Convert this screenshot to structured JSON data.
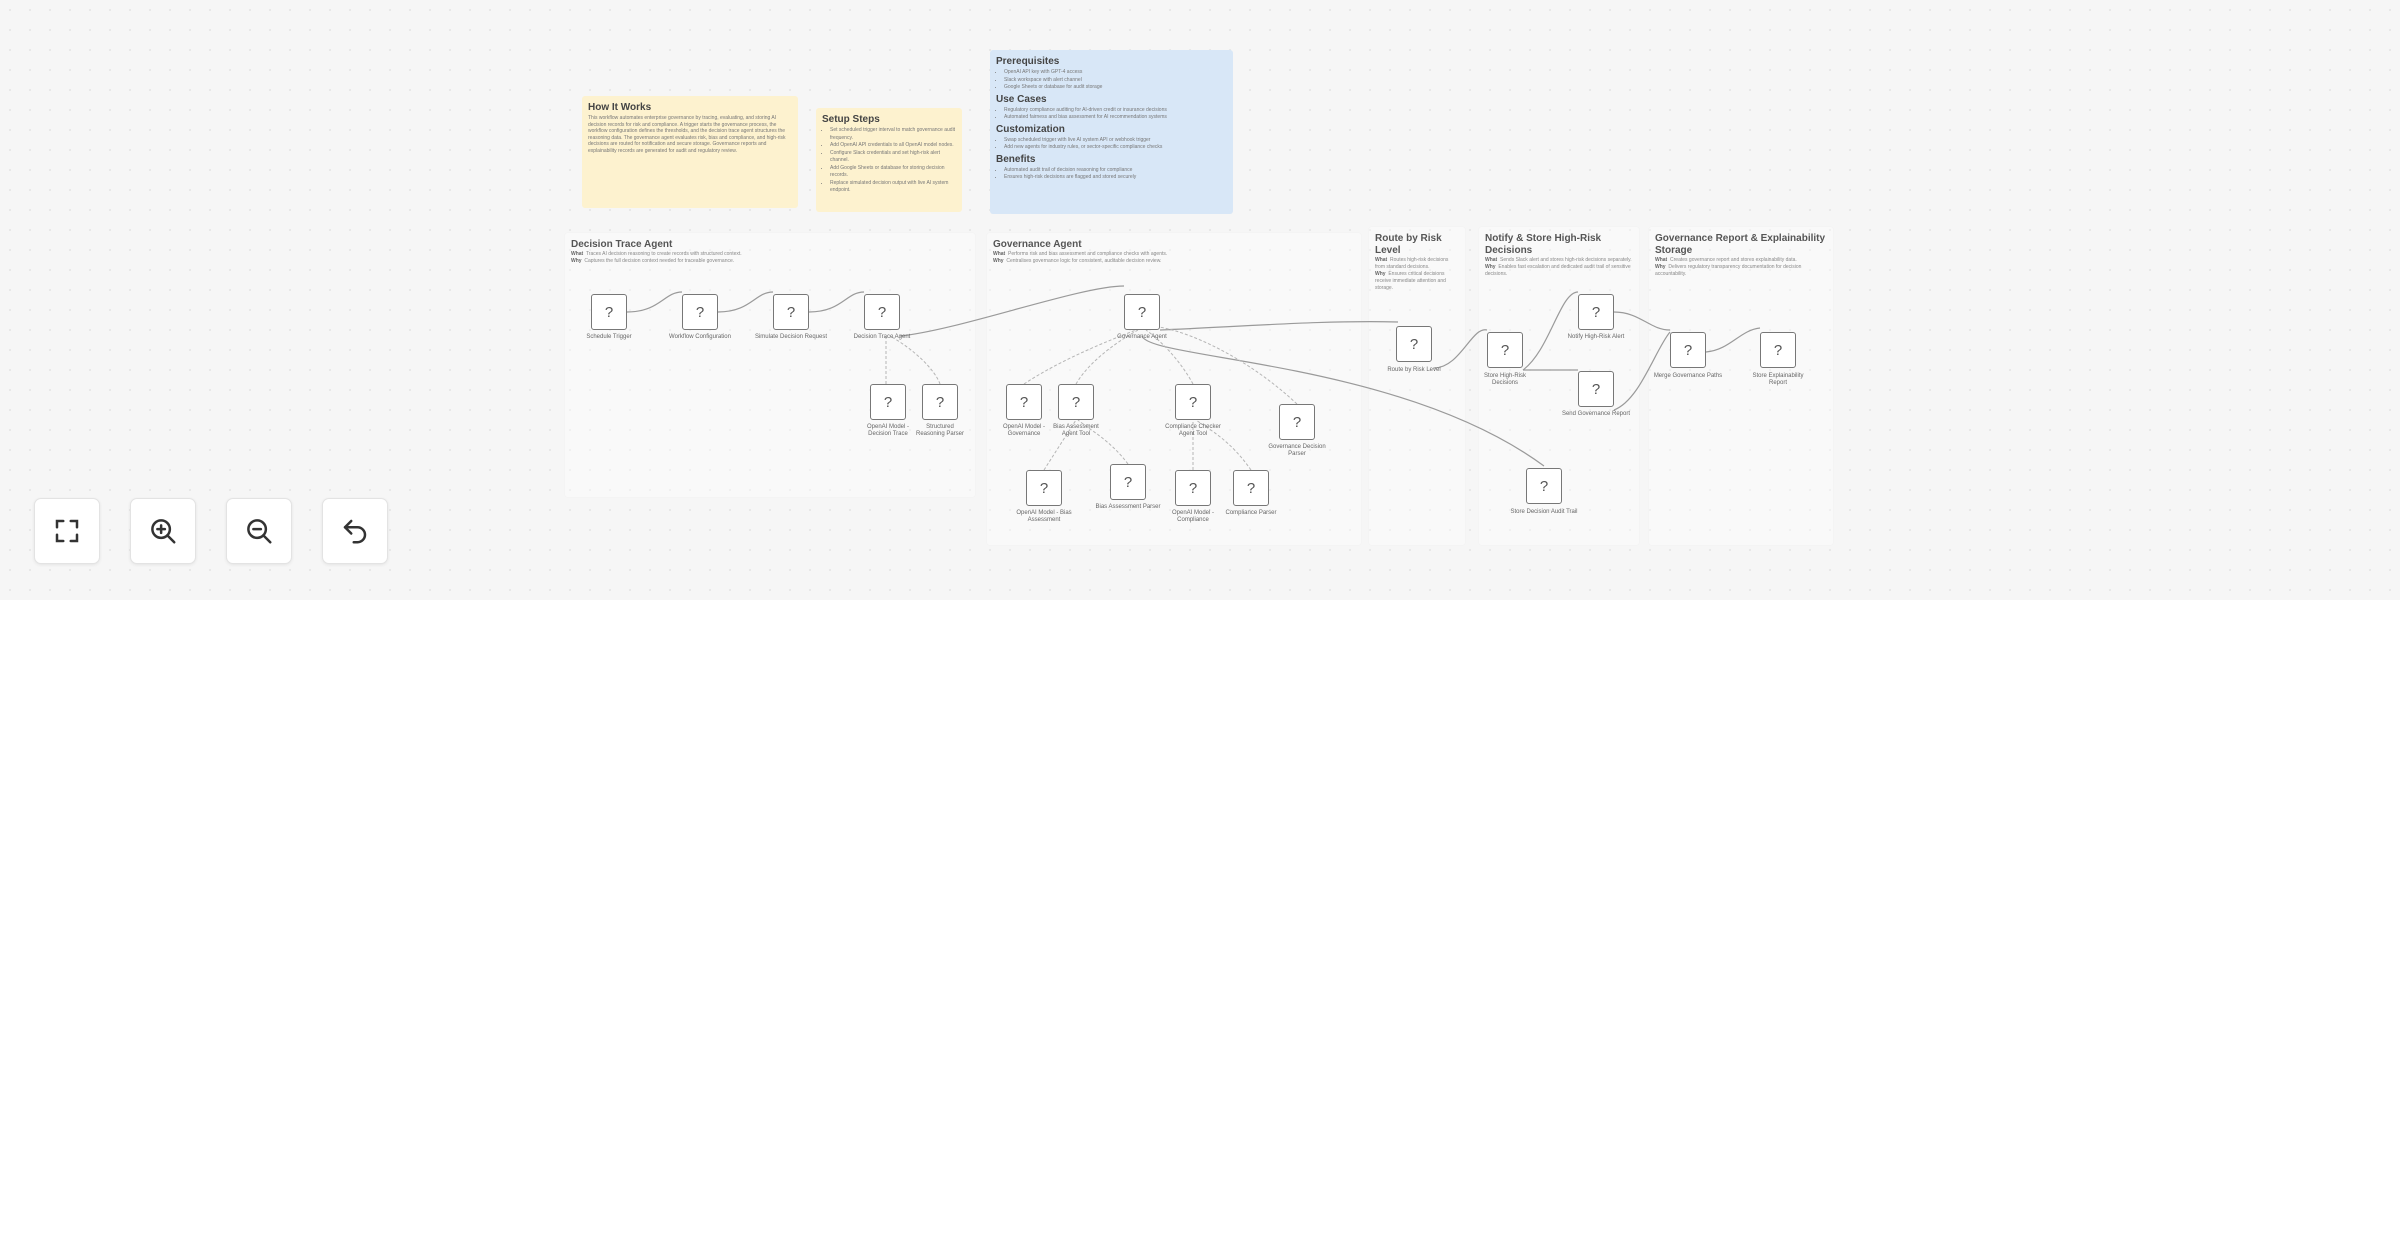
{
  "sticky_notes": {
    "how_it_works": {
      "title": "How It Works",
      "body": "This workflow automates enterprise governance by tracing, evaluating, and storing AI decision records for risk and compliance. A trigger starts the governance process, the workflow configuration defines the thresholds, and the decision trace agent structures the reasoning data. The governance agent evaluates risk, bias and compliance, and high-risk decisions are routed for notification and secure storage. Governance reports and explainability records are generated for audit and regulatory review."
    },
    "setup_steps": {
      "title": "Setup Steps",
      "items": [
        "Set scheduled trigger interval to match governance audit frequency.",
        "Add OpenAI API credentials to all OpenAI model nodes.",
        "Configure Slack credentials and set high-risk alert channel.",
        "Add Google Sheets or database for storing decision records.",
        "Replace simulated decision output with live AI system endpoint."
      ]
    },
    "info": {
      "sections": [
        {
          "title": "Prerequisites",
          "items": [
            "OpenAI API key with GPT-4 access",
            "Slack workspace with alert channel",
            "Google Sheets or database for audit storage"
          ]
        },
        {
          "title": "Use Cases",
          "items": [
            "Regulatory compliance auditing for AI-driven credit or insurance decisions",
            "Automated fairness and bias assessment for AI recommendation systems"
          ]
        },
        {
          "title": "Customization",
          "items": [
            "Swap scheduled trigger with live AI system API or webhook trigger",
            "Add new agents for industry rules, or sector-specific compliance checks"
          ]
        },
        {
          "title": "Benefits",
          "items": [
            "Automated audit trail of decision reasoning for compliance",
            "Ensures high-risk decisions are flagged and stored securely"
          ]
        }
      ]
    }
  },
  "groups": {
    "decision_trace": {
      "title": "Decision Trace Agent",
      "what_label": "What",
      "what": "Traces AI decision reasoning to create records with structured context.",
      "why_label": "Why",
      "why": "Captures the full decision context needed for traceable governance."
    },
    "governance": {
      "title": "Governance Agent",
      "what_label": "What",
      "what": "Performs risk and bias assessment and compliance checks with agents.",
      "why_label": "Why",
      "why": "Centralises governance logic for consistent, auditable decision review."
    },
    "route": {
      "title": "Route by Risk Level",
      "what_label": "What",
      "what": "Routes high-risk decisions from standard decisions.",
      "why_label": "Why",
      "why": "Ensures critical decisions receive immediate attention and storage."
    },
    "notify": {
      "title": "Notify & Store High-Risk Decisions",
      "what_label": "What",
      "what": "Sends Slack alert and stores high-risk decisions separately.",
      "why_label": "Why",
      "why": "Enables fast escalation and dedicated audit trail of sensitive decisions."
    },
    "report": {
      "title": "Governance Report & Explainability Storage",
      "what_label": "What",
      "what": "Creates governance report and stores explainability data.",
      "why_label": "Why",
      "why": "Delivers regulatory transparency documentation for decision accountability."
    }
  },
  "nodes": [
    {
      "id": "schedule_trigger",
      "icon": "unknown-node-icon",
      "glyph": "?",
      "label": "Schedule Trigger"
    },
    {
      "id": "workflow_configuration",
      "icon": "unknown-node-icon",
      "glyph": "?",
      "label": "Workflow Configuration"
    },
    {
      "id": "simulate_decision_request",
      "icon": "unknown-node-icon",
      "glyph": "?",
      "label": "Simulate Decision Request"
    },
    {
      "id": "decision_trace_agent",
      "icon": "unknown-node-icon",
      "glyph": "?",
      "label": "Decision Trace Agent"
    },
    {
      "id": "openai_model_trace",
      "icon": "unknown-node-icon",
      "glyph": "?",
      "label": "OpenAI Model - Decision Trace"
    },
    {
      "id": "structured_reasoning_parser",
      "icon": "unknown-node-icon",
      "glyph": "?",
      "label": "Structured Reasoning Parser"
    },
    {
      "id": "governance_agent",
      "icon": "unknown-node-icon",
      "glyph": "?",
      "label": "Governance Agent"
    },
    {
      "id": "openai_model_governance",
      "icon": "unknown-node-icon",
      "glyph": "?",
      "label": "OpenAI Model - Governance"
    },
    {
      "id": "bias_assessment_agent_tool",
      "icon": "unknown-node-icon",
      "glyph": "?",
      "label": "Bias Assessment Agent Tool"
    },
    {
      "id": "compliance_checker_agent_tool",
      "icon": "unknown-node-icon",
      "glyph": "?",
      "label": "Compliance Checker Agent Tool"
    },
    {
      "id": "governance_decision_parser",
      "icon": "unknown-node-icon",
      "glyph": "?",
      "label": "Governance Decision Parser"
    },
    {
      "id": "openai_model_bias",
      "icon": "unknown-node-icon",
      "glyph": "?",
      "label": "OpenAI Model - Bias Assessment"
    },
    {
      "id": "bias_assessment_parser",
      "icon": "unknown-node-icon",
      "glyph": "?",
      "label": "Bias Assessment Parser"
    },
    {
      "id": "openai_model_compliance",
      "icon": "unknown-node-icon",
      "glyph": "?",
      "label": "OpenAI Model - Compliance"
    },
    {
      "id": "compliance_parser",
      "icon": "unknown-node-icon",
      "glyph": "?",
      "label": "Compliance Parser"
    },
    {
      "id": "route_by_risk_level",
      "icon": "unknown-node-icon",
      "glyph": "?",
      "label": "Route by Risk Level"
    },
    {
      "id": "store_high_risk_decisions",
      "icon": "unknown-node-icon",
      "glyph": "?",
      "label": "Store High-Risk Decisions"
    },
    {
      "id": "notify_high_risk_alert",
      "icon": "unknown-node-icon",
      "glyph": "?",
      "label": "Notify High-Risk Alert"
    },
    {
      "id": "send_governance_report",
      "icon": "unknown-node-icon",
      "glyph": "?",
      "label": "Send Governance Report"
    },
    {
      "id": "merge_governance_paths",
      "icon": "unknown-node-icon",
      "glyph": "?",
      "label": "Merge Governance Paths"
    },
    {
      "id": "store_explainability_report",
      "icon": "unknown-node-icon",
      "glyph": "?",
      "label": "Store Explainability Report"
    },
    {
      "id": "store_decision_audit_trail",
      "icon": "unknown-node-icon",
      "glyph": "?",
      "label": "Store Decision Audit Trail"
    }
  ],
  "controls": [
    {
      "id": "fit-view",
      "icon": "fullscreen-icon"
    },
    {
      "id": "zoom-in",
      "icon": "zoom-in-icon"
    },
    {
      "id": "zoom-out",
      "icon": "zoom-out-icon"
    },
    {
      "id": "undo",
      "icon": "undo-icon"
    }
  ]
}
